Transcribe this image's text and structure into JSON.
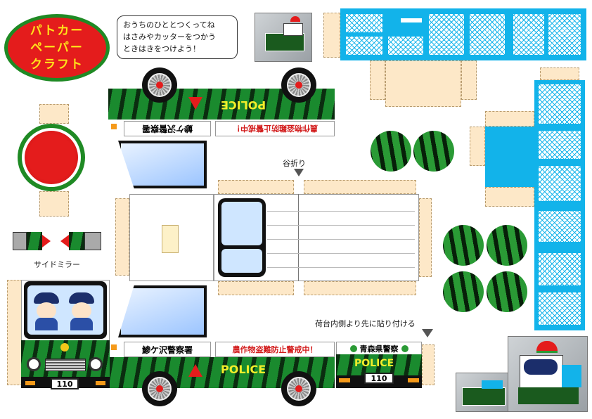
{
  "title": {
    "line1": "パトカー",
    "line2": "ペーパー",
    "line3": "クラフト"
  },
  "note": {
    "line1": "おうちのひととつくってね",
    "line2": "はさみやカッターをつかう",
    "line3": "ときはきをつけよう！"
  },
  "labels": {
    "fold": "谷折り",
    "mirror": "サイドミラー",
    "glue_note": "荷台内側より先に貼り付ける"
  },
  "truck": {
    "police": "POLICE",
    "station": "鯵ケ沢警察署",
    "warning": "農作物盗難防止警戒中！",
    "prefecture": "青森県警察",
    "plate": "110"
  },
  "colors": {
    "red": "#e41c1c",
    "green": "#1a8a2e",
    "blue": "#12b3ea",
    "tab": "#fde8c8",
    "yellow": "#f3ee2a"
  }
}
